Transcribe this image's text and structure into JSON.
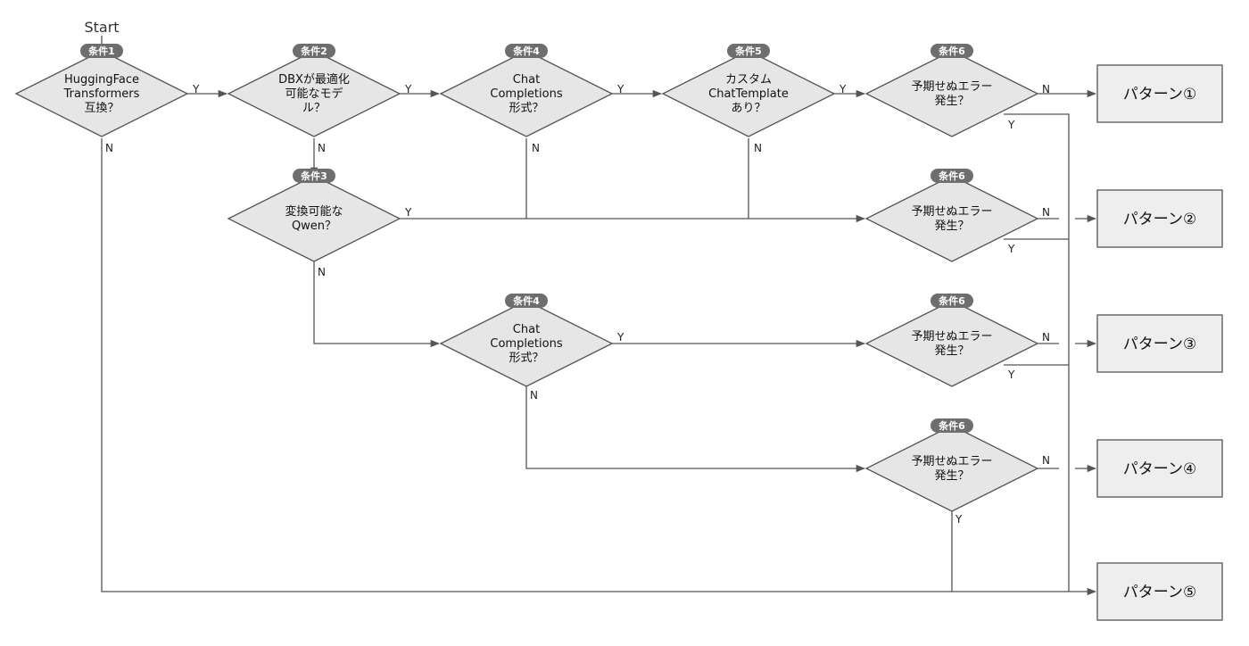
{
  "start_label": "Start",
  "yes": "Y",
  "no": "N",
  "conditions": {
    "c1": {
      "badge": "条件1",
      "lines": [
        "HuggingFace",
        "Transformers",
        "互換？"
      ]
    },
    "c2": {
      "badge": "条件2",
      "lines": [
        "DBXが最適化",
        "可能なモデ",
        "ル？"
      ]
    },
    "c4a": {
      "badge": "条件4",
      "lines": [
        "Chat",
        "Completions",
        "形式？"
      ]
    },
    "c5": {
      "badge": "条件5",
      "lines": [
        "カスタム",
        "ChatTemplate",
        "あり？"
      ]
    },
    "c6a": {
      "badge": "条件6",
      "lines": [
        "予期せぬエラー",
        "発生？"
      ]
    },
    "c3": {
      "badge": "条件3",
      "lines": [
        "変換可能な",
        "Qwen？"
      ]
    },
    "c6b": {
      "badge": "条件6",
      "lines": [
        "予期せぬエラー",
        "発生？"
      ]
    },
    "c4b": {
      "badge": "条件4",
      "lines": [
        "Chat",
        "Completions",
        "形式？"
      ]
    },
    "c6c": {
      "badge": "条件6",
      "lines": [
        "予期せぬエラー",
        "発生？"
      ]
    },
    "c6d": {
      "badge": "条件6",
      "lines": [
        "予期せぬエラー",
        "発生？"
      ]
    }
  },
  "patterns": [
    "パターン①",
    "パターン②",
    "パターン③",
    "パターン④",
    "パターン⑤"
  ]
}
